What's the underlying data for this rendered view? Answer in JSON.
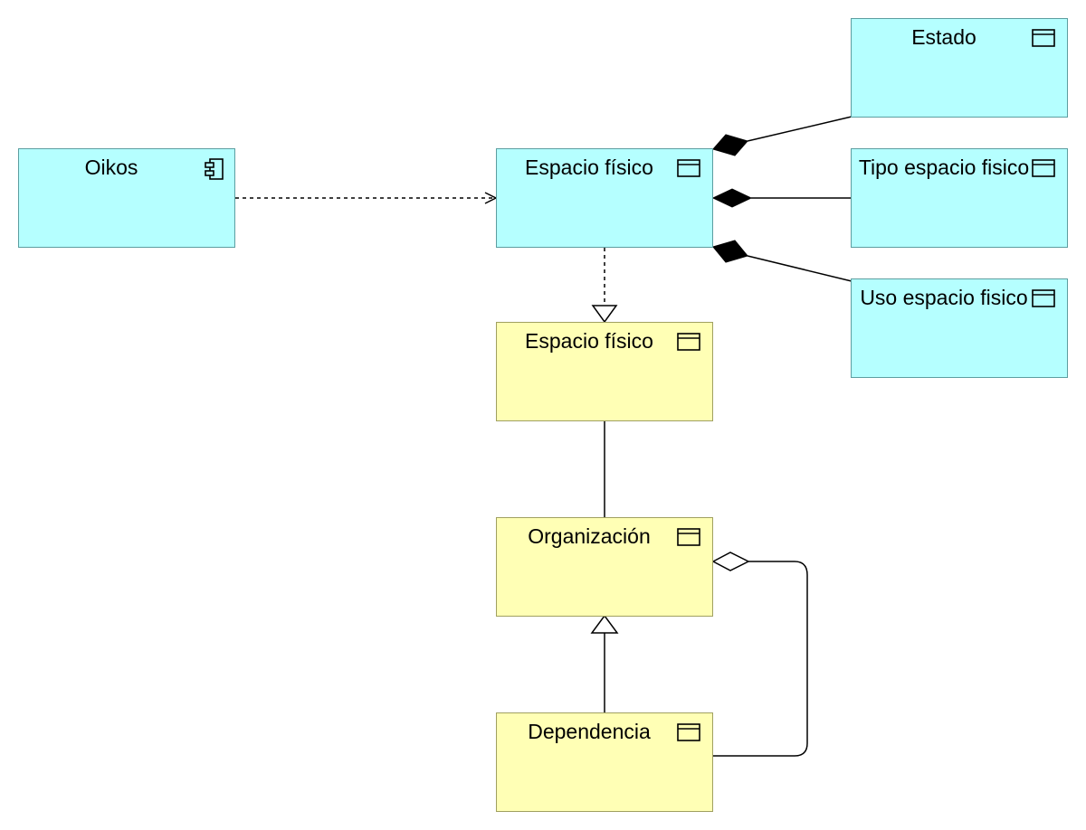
{
  "nodes": {
    "oikos": {
      "label": "Oikos",
      "icon": "component-icon"
    },
    "espacio_app": {
      "label": "Espacio físico",
      "icon": "data-object-icon"
    },
    "estado": {
      "label": "Estado",
      "icon": "data-object-icon"
    },
    "tipo": {
      "label": "Tipo espacio fisico",
      "icon": "data-object-icon"
    },
    "uso": {
      "label": "Uso espacio fisico",
      "icon": "data-object-icon"
    },
    "espacio_biz": {
      "label": "Espacio físico",
      "icon": "data-object-icon"
    },
    "organizacion": {
      "label": "Organización",
      "icon": "data-object-icon"
    },
    "dependencia": {
      "label": "Dependencia",
      "icon": "data-object-icon"
    }
  },
  "colors": {
    "application_fill": "#b5ffff",
    "business_fill": "#ffffb5",
    "line": "#000000"
  },
  "relations": [
    {
      "from": "oikos",
      "to": "espacio_app",
      "type": "access (dotted, open arrow)"
    },
    {
      "from": "estado",
      "to": "espacio_app",
      "type": "composition"
    },
    {
      "from": "tipo",
      "to": "espacio_app",
      "type": "composition"
    },
    {
      "from": "uso",
      "to": "espacio_app",
      "type": "composition"
    },
    {
      "from": "espacio_app",
      "to": "espacio_biz",
      "type": "realization"
    },
    {
      "from": "espacio_biz",
      "to": "organizacion",
      "type": "association"
    },
    {
      "from": "dependencia",
      "to": "organizacion",
      "type": "specialization"
    },
    {
      "from": "dependencia",
      "to": "organizacion",
      "type": "aggregation"
    }
  ]
}
